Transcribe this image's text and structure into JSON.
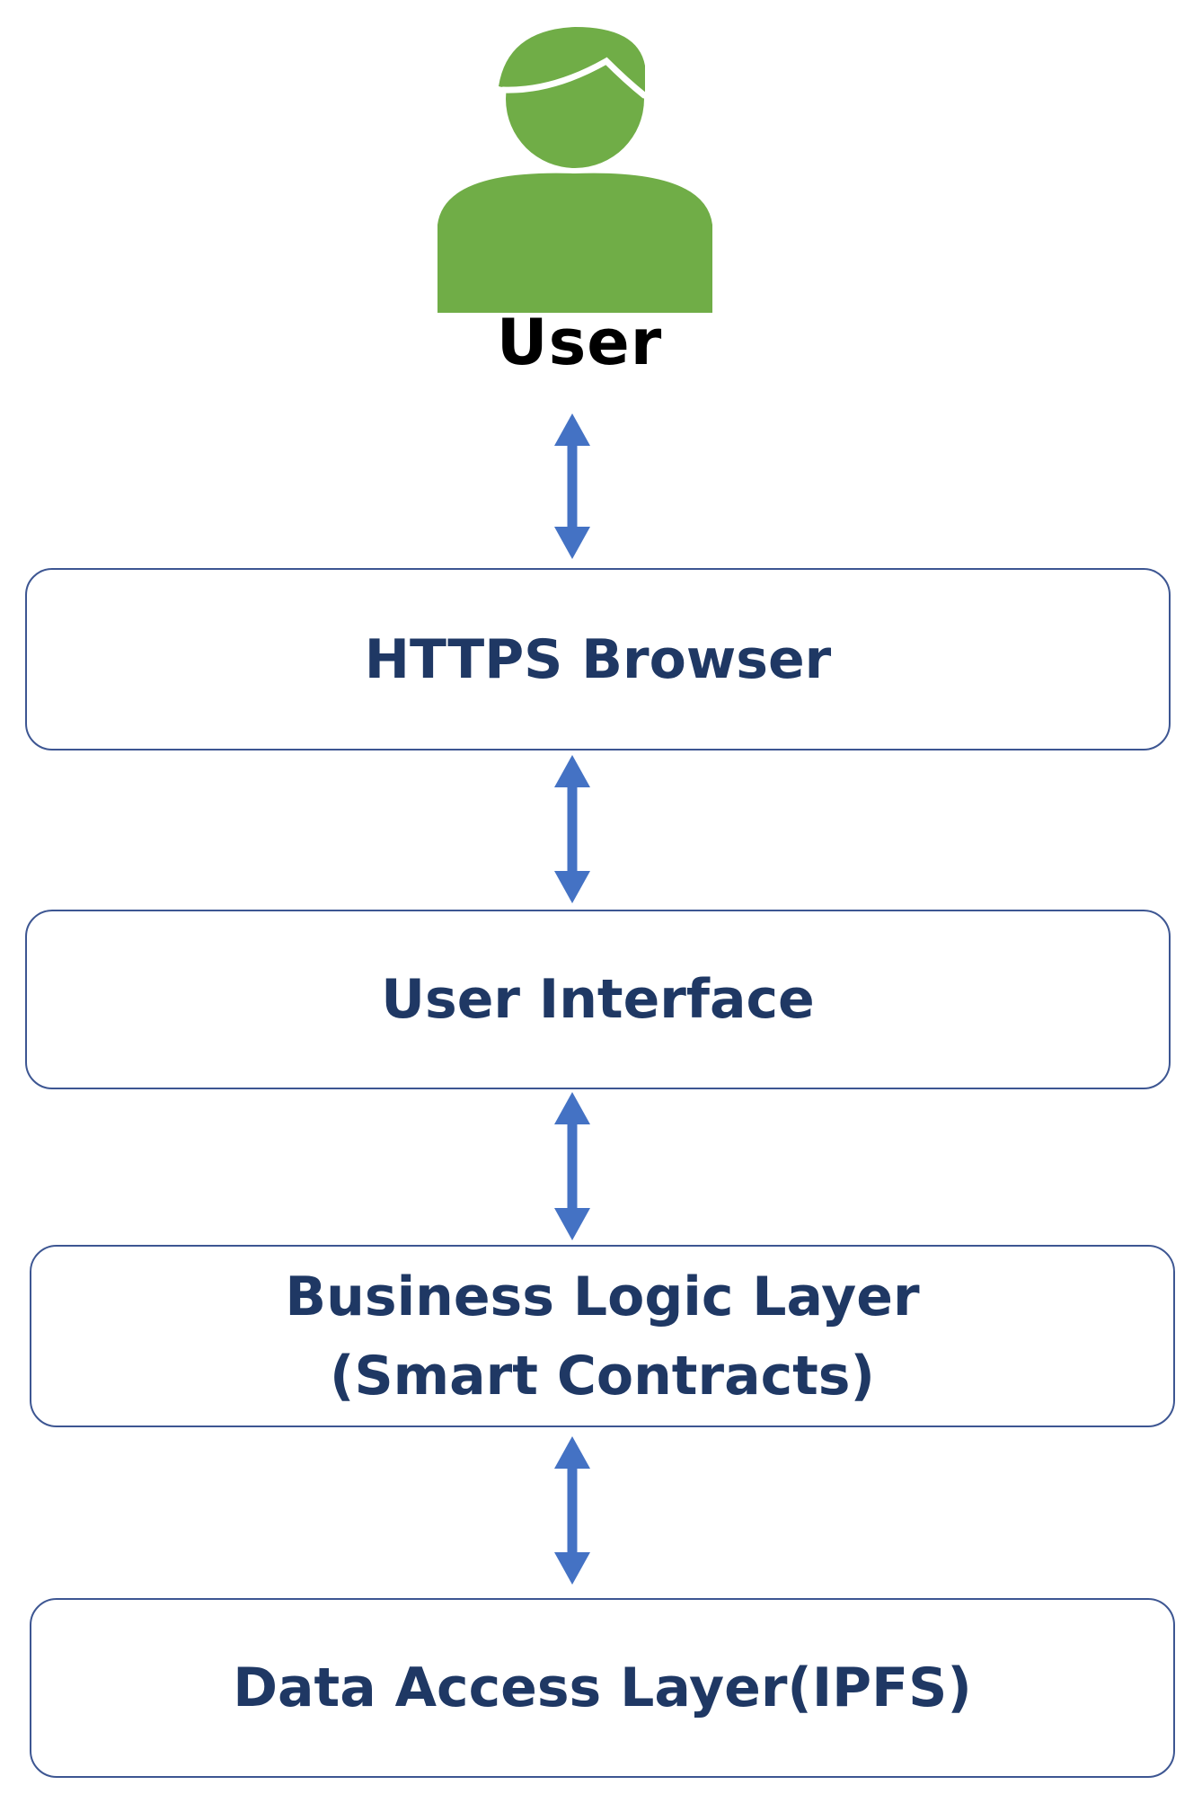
{
  "user": {
    "label": "User",
    "icon": "user-avatar-icon",
    "icon_color": "#70ad47"
  },
  "layers": [
    {
      "label": "HTTPS Browser"
    },
    {
      "label": "User Interface"
    },
    {
      "label": "Business Logic Layer",
      "sublabel": "(Smart Contracts)"
    },
    {
      "label": "Data Access Layer(IPFS)"
    }
  ],
  "colors": {
    "arrow": "#4472c4",
    "box_border": "#3d5692",
    "text": "#1f3864"
  }
}
